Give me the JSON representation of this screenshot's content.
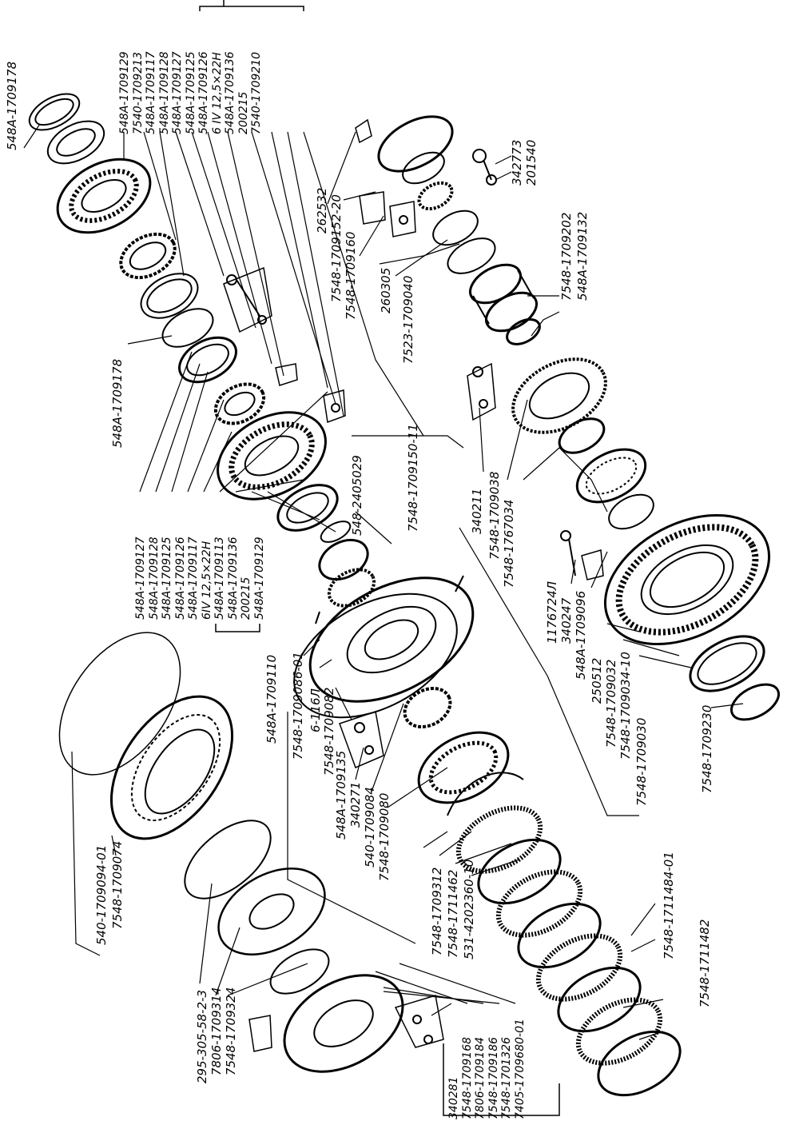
{
  "label_groups": {
    "top_column": [
      "548A-1709129",
      "7540-1709213",
      "548A-1709117",
      "548A-1709128",
      "548A-1709127",
      "548A-1709125",
      "548A-1709126",
      "6 IV 12,5×22H",
      "548A-1709136",
      "200215",
      "7540-1709210"
    ],
    "left_column": [
      "548A-1709127",
      "548A-1709128",
      "548A-1709125",
      "548A-1709126",
      "548A-1709117",
      "6IV 12,5×22H",
      "548A-1709113",
      "548A-1709136",
      "200215",
      "548A-1709129"
    ],
    "bottom_column": [
      "340281",
      "7548-1709168",
      "7806-1709184",
      "7548-1709186",
      "7548-1701326",
      "7405-1709680-01"
    ]
  },
  "labels": {
    "l_548A_1709178_top": "548A-1709178",
    "l_548A_1709178_mid": "548A-1709178",
    "l_262532": "262532",
    "l_7548_1709152_20": "7548-1709152-20",
    "l_7548_1709160": "7548-1709160",
    "l_260305": "260305",
    "l_7523_1709040": "7523-1709040",
    "l_342773": "342773",
    "l_201540": "201540",
    "l_7548_1709202": "7548-1709202",
    "l_548A_1709132": "548A-1709132",
    "l_548_2405029": "548-2405029",
    "l_7548_1709150_11": "7548-1709150-11",
    "l_340211": "340211",
    "l_7548_1709038": "7548-1709038",
    "l_7548_1767034": "7548-1767034",
    "l_1176724l": "1176724Л",
    "l_340247": "340247",
    "l_548A_1709096": "548A-1709096",
    "l_250512": "250512",
    "l_7548_1709032": "7548-1709032",
    "l_7548_1709034_10": "7548-1709034-10",
    "l_7548_1709030": "7548-1709030",
    "l_7548_1709230": "7548-1709230",
    "l_548A_1709110": "548A-1709110",
    "l_7548_1709086_01": "7548-1709086-01",
    "l_6_116l": "6-116Л",
    "l_7548_1709082": "7548-1709082",
    "l_548A_1709135": "548A-1709135",
    "l_340271": "340271",
    "l_540_1709084": "540-1709084",
    "l_7548_1709080": "7548-1709080",
    "l_7548_1709312": "7548-1709312",
    "l_7548_1711462": "7548-1711462",
    "l_531_4202360_10": "531-4202360-10",
    "l_7548_1711484_01": "7548-1711484-01",
    "l_7548_1711482": "7548-1711482",
    "l_540_1709094_01": "540-1709094-01",
    "l_7548_1709074": "7548-1709074",
    "l_295_305_58_2_3": "295-305-58-2-3",
    "l_7806_1709314": "7806-1709314",
    "l_7548_1709324": "7548-1709324"
  }
}
